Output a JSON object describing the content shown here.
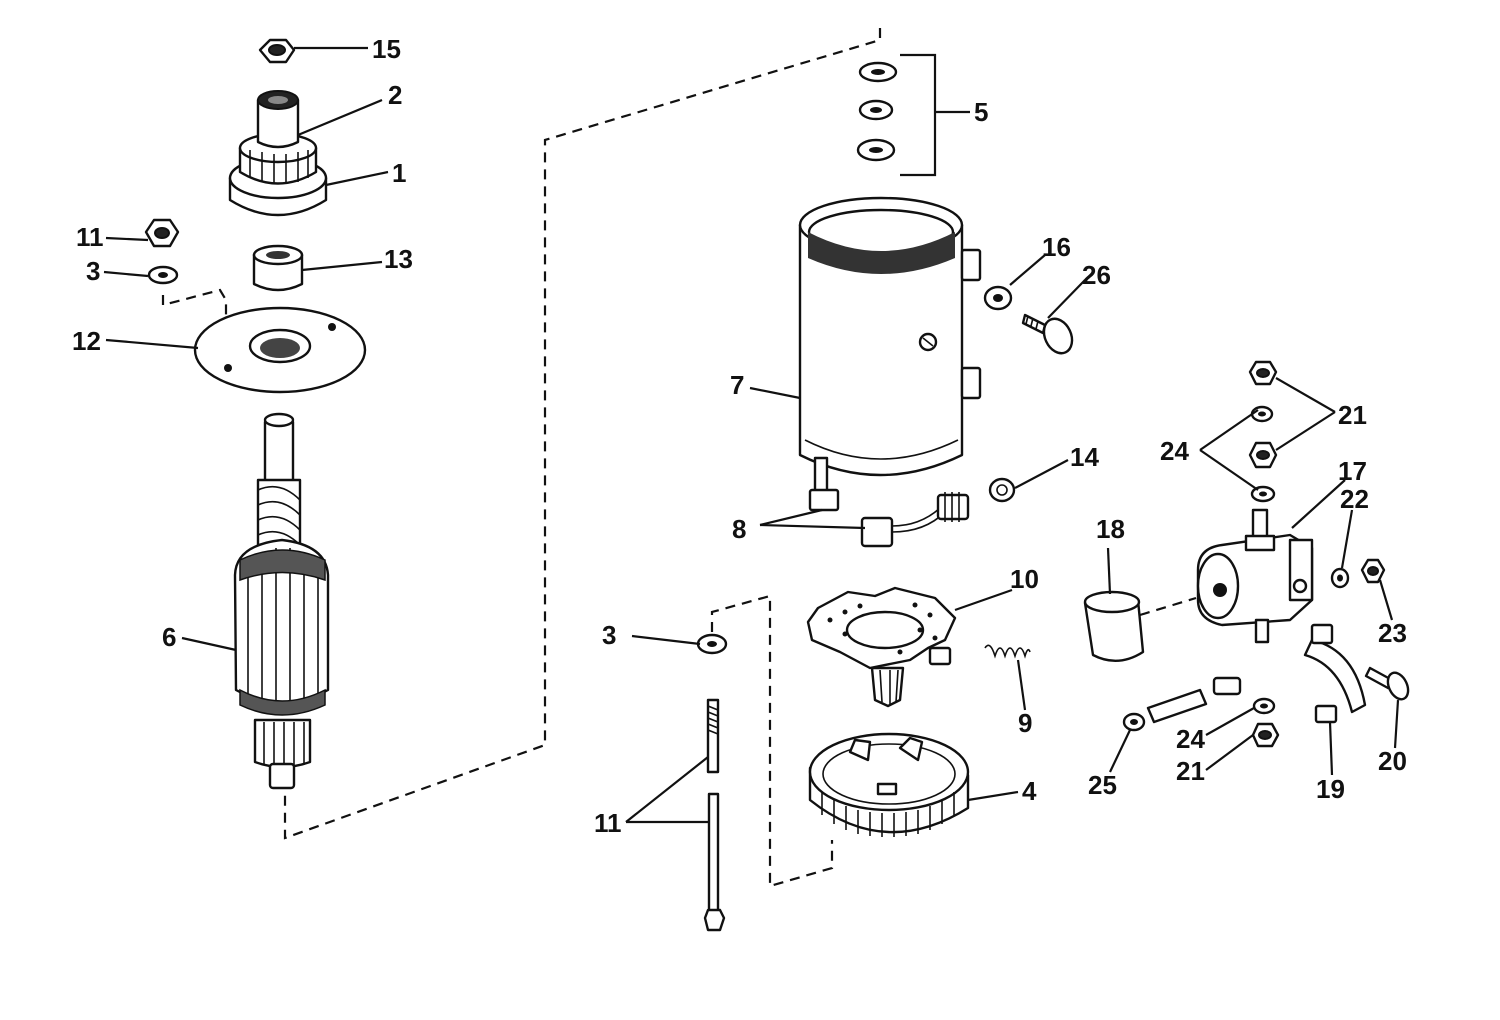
{
  "labels": {
    "l15": "15",
    "l2": "2",
    "l1": "1",
    "l11a": "11",
    "l3a": "3",
    "l13": "13",
    "l12": "12",
    "l6": "6",
    "l5": "5",
    "l16": "16",
    "l26": "26",
    "l7": "7",
    "l14": "14",
    "l8": "8",
    "l21a": "21",
    "l24a": "24",
    "l17": "17",
    "l22": "22",
    "l18": "18",
    "l10": "10",
    "l9": "9",
    "l3b": "3",
    "l11b": "11",
    "l4": "4",
    "l23": "23",
    "l20": "20",
    "l19": "19",
    "l24b": "24",
    "l21b": "21",
    "l25": "25"
  }
}
